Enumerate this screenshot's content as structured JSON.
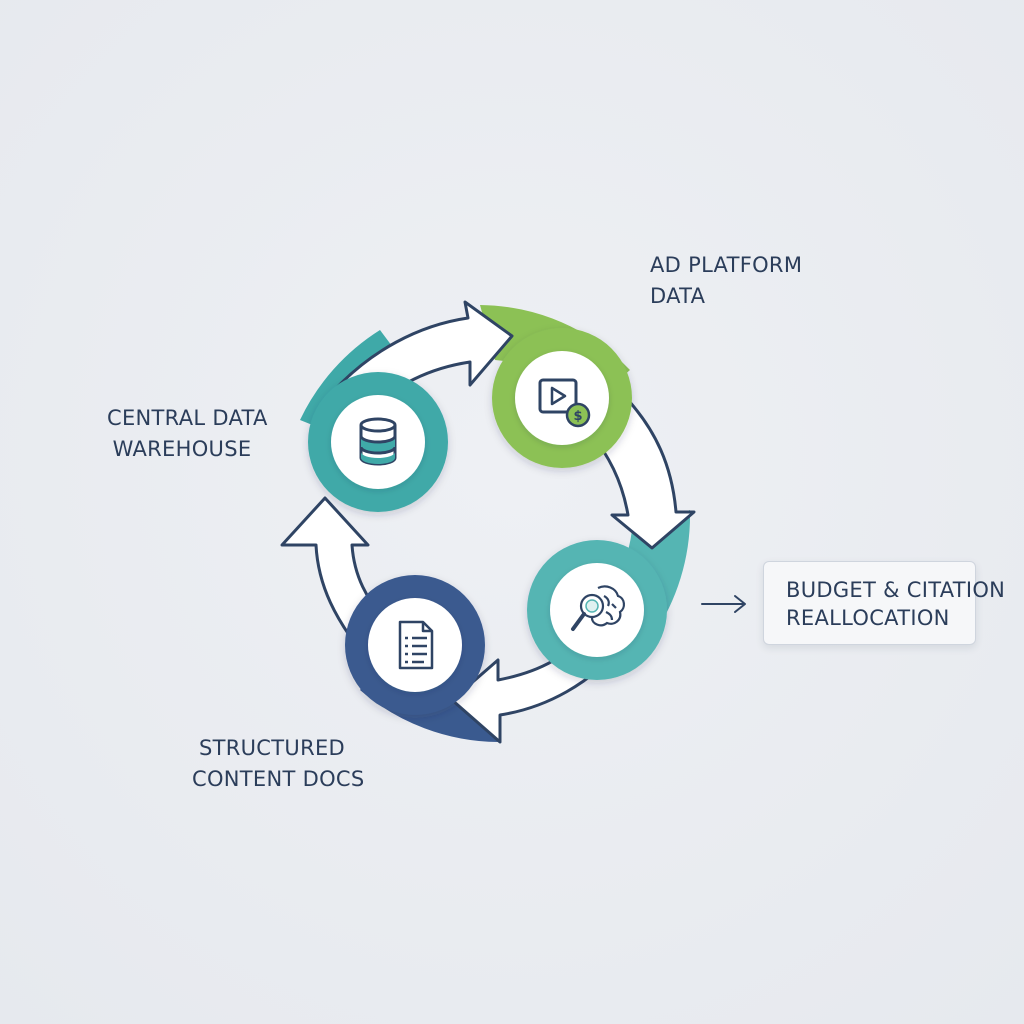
{
  "nodes": {
    "warehouse": {
      "label_lines": [
        "CENTRAL DATA",
        "WAREHOUSE"
      ],
      "icon": "database-icon",
      "color": "#3fa9a8"
    },
    "ad_platform": {
      "label_lines": [
        "AD PLATFORM",
        "DATA"
      ],
      "icon": "video-dollar-icon",
      "color": "#8cc155"
    },
    "analysis": {
      "label_lines": [],
      "icon": "magnifier-brain-icon",
      "color": "#55b5b3"
    },
    "docs": {
      "label_lines": [
        "STRUCTURED",
        "CONTENT DOCS"
      ],
      "icon": "document-list-icon",
      "color": "#3a5a8f"
    }
  },
  "output": {
    "label_lines": [
      "BUDGET & CITATION",
      "REALLOCATION"
    ]
  },
  "colors": {
    "navy": "#2b3d5a",
    "outline": "#2f4464",
    "teal": "#3fa9a8",
    "green": "#8cc155",
    "blue": "#3a5a8f",
    "arrow_fill": "#ffffff"
  }
}
